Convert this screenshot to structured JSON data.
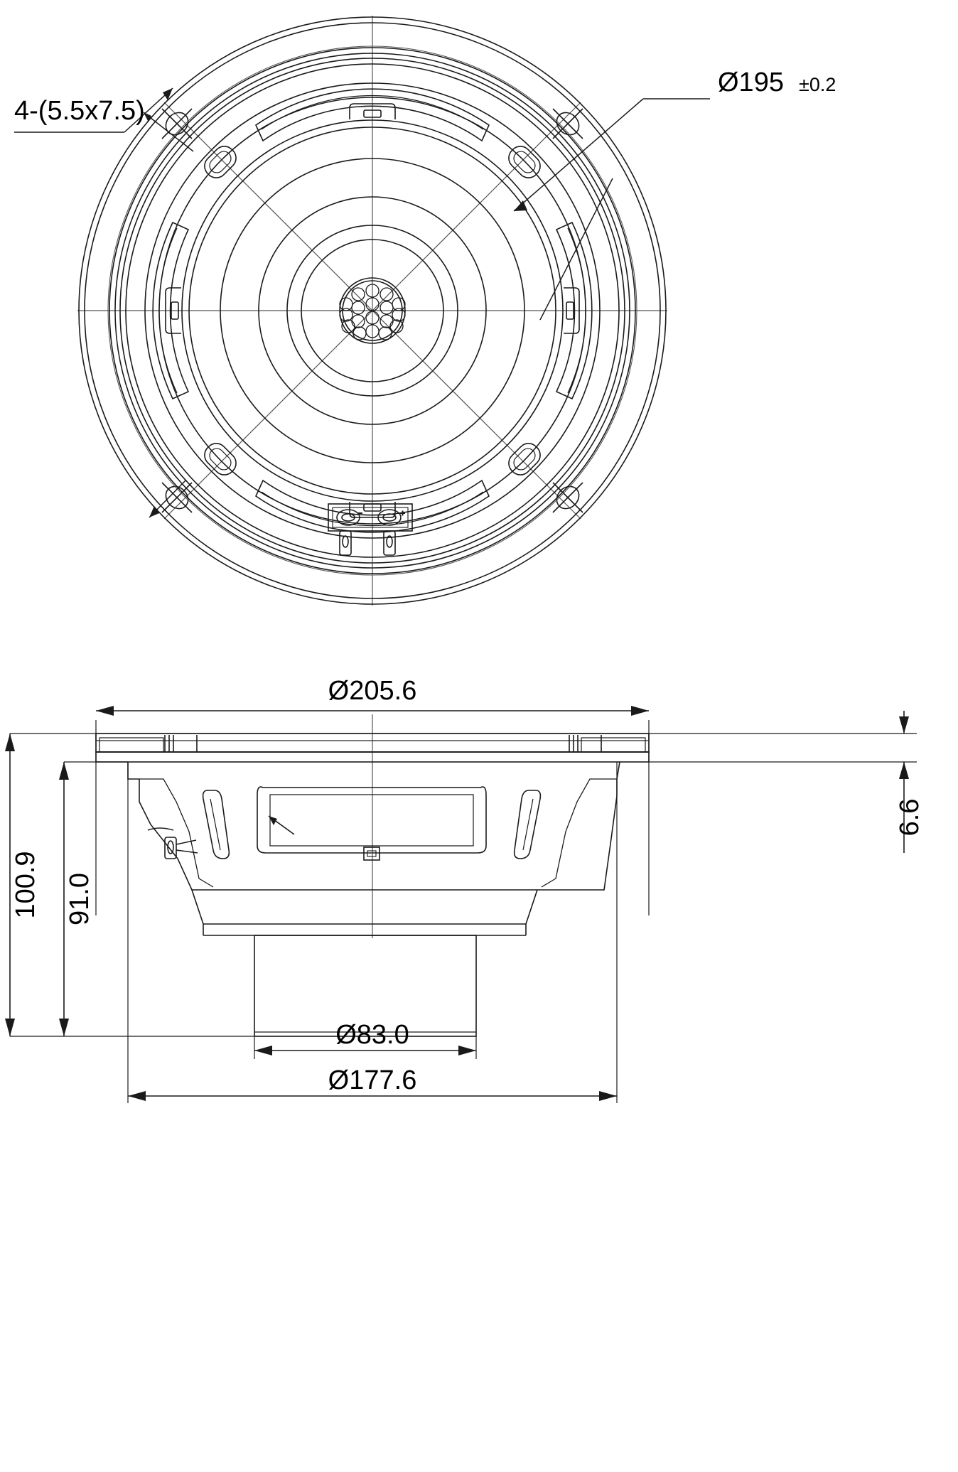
{
  "drawing": {
    "type": "engineering-drawing",
    "subject": "loudspeaker driver",
    "units": "mm",
    "line_color": "#1a1a1a",
    "background": "#ffffff",
    "views": [
      {
        "name": "top-view",
        "label": ""
      },
      {
        "name": "side-section-view",
        "label": ""
      }
    ]
  },
  "annotations": {
    "hole_callout": "4-(5.5x7.5)",
    "bolt_circle": {
      "symbol": "Ø",
      "value": "195",
      "tolerance": "±0.2",
      "full": "Ø195±0.2"
    },
    "outer_diameter": "Ø205.6",
    "flange_diameter": "Ø177.6",
    "magnet_diameter": "Ø83.0",
    "overall_height": "100.9",
    "body_height": "91.0",
    "flange_thickness": "6.6"
  }
}
